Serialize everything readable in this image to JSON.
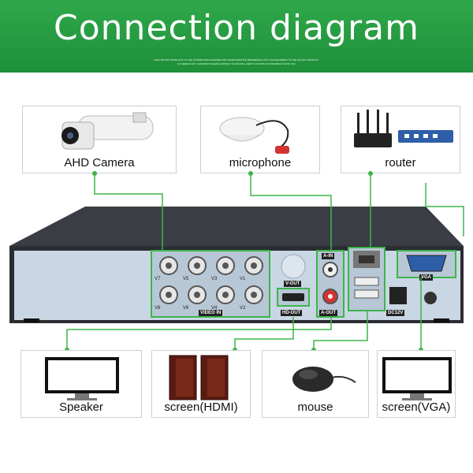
{
  "header": {
    "title": "Connection diagram",
    "fine_print": [
      "ELECTRONIC PRODUCTS TO THE CONNECTION DIAGRAM FOR CONFIGURATION REFERENCE ONLY PLEASE REFER TO THE ACTUAL PRODUCT",
      "IF THERE IS ANY QUESTION PLEASE CONTACT US WE WILL REPLY AS SOON AS POSSIBLE THANK YOU"
    ]
  },
  "devices_top": [
    {
      "label": "AHD Camera"
    },
    {
      "label": "microphone"
    },
    {
      "label": "router"
    }
  ],
  "devices_bottom": [
    {
      "label": "Speaker"
    },
    {
      "label": "screen(HDMI)"
    },
    {
      "label": "mouse"
    },
    {
      "label": "screen(VGA)"
    }
  ],
  "ports": {
    "video_in": "VIDEO IN",
    "channels": [
      "V7",
      "V5",
      "V3",
      "V1",
      "V8",
      "V6",
      "V4",
      "V2"
    ],
    "v_out": "V-OUT",
    "hd_out": "HD-OUT",
    "a_in": "A-IN",
    "a_out": "A-OUT",
    "dc": "DC12V",
    "vga": "VGA"
  },
  "colors": {
    "header_green": "#2fa84a",
    "line_green": "#3cb54a",
    "panel": "#c9d6e3",
    "chassis": "#3a3d44"
  }
}
